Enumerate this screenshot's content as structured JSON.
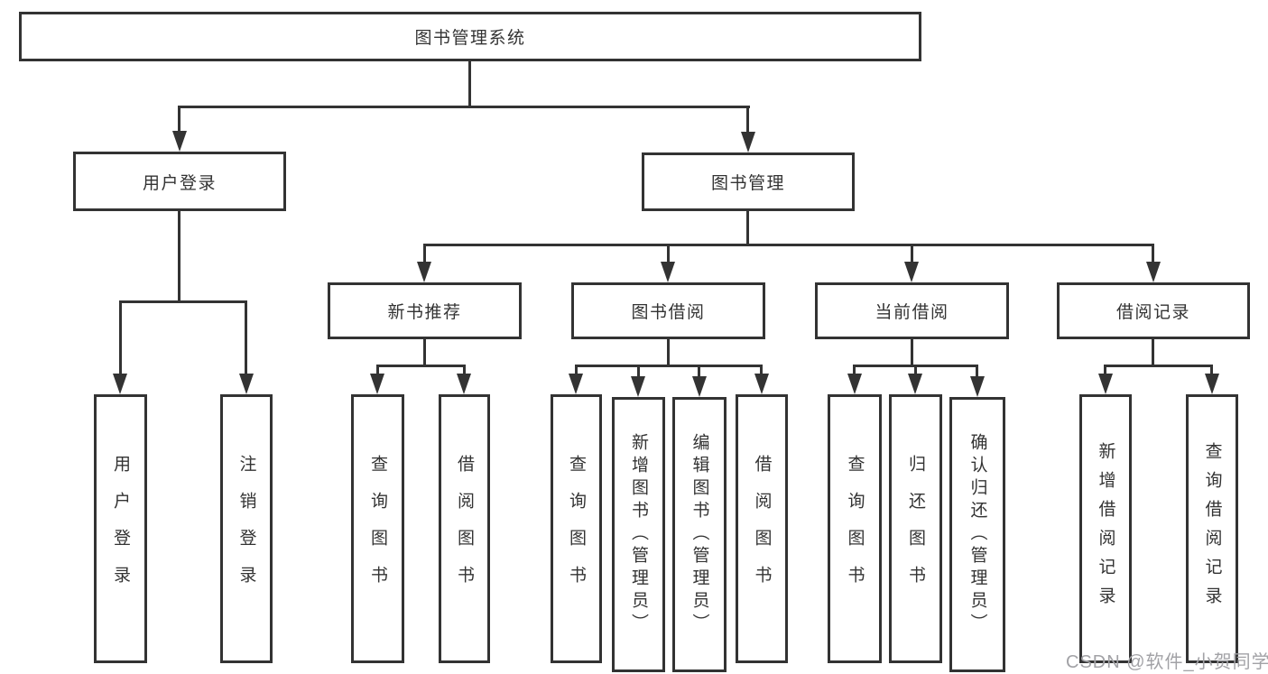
{
  "diagram_title": "图书管理系统",
  "nodes": {
    "root": {
      "label": "图书管理系统"
    },
    "user_login": {
      "label": "用户登录"
    },
    "book_mgmt": {
      "label": "图书管理"
    },
    "new_book": {
      "label": "新书推荐"
    },
    "book_borrow": {
      "label": "图书借阅"
    },
    "current_borrow": {
      "label": "当前借阅"
    },
    "borrow_record": {
      "label": "借阅记录"
    },
    "ul_login": {
      "label": "用户登录"
    },
    "ul_logout": {
      "label": "注销登录"
    },
    "nb_query": {
      "label": "查询图书"
    },
    "nb_borrow": {
      "label": "借阅图书"
    },
    "bb_query": {
      "label": "查询图书"
    },
    "bb_add": {
      "label": "新增图书（管理员）"
    },
    "bb_edit": {
      "label": "编辑图书（管理员）"
    },
    "bb_borrow": {
      "label": "借阅图书"
    },
    "cb_query": {
      "label": "查询图书"
    },
    "cb_return": {
      "label": "归还图书"
    },
    "cb_confirm": {
      "label": "确认归还（管理员）"
    },
    "br_add": {
      "label": "新增借阅记录"
    },
    "br_query": {
      "label": "查询借阅记录"
    }
  },
  "hierarchy": {
    "图书管理系统": [
      "用户登录",
      "图书管理"
    ],
    "用户登录": [
      "用户登录",
      "注销登录"
    ],
    "图书管理": [
      "新书推荐",
      "图书借阅",
      "当前借阅",
      "借阅记录"
    ],
    "新书推荐": [
      "查询图书",
      "借阅图书"
    ],
    "图书借阅": [
      "查询图书",
      "新增图书（管理员）",
      "编辑图书（管理员）",
      "借阅图书"
    ],
    "当前借阅": [
      "查询图书",
      "归还图书",
      "确认归还（管理员）"
    ],
    "借阅记录": [
      "新增借阅记录",
      "查询借阅记录"
    ]
  },
  "watermark": {
    "text": "CSDN @软件_小贺同学"
  },
  "colors": {
    "line": "#333333",
    "text": "#333333",
    "watermark": "#a2a2a6",
    "background": "#ffffff"
  }
}
